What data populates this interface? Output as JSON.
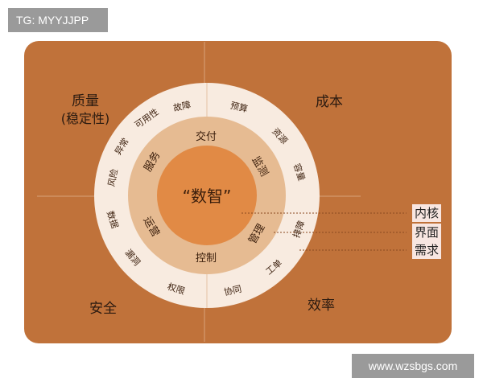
{
  "top_tag": "TG: MYYJJPP",
  "watermark": "www.wzsbgs.com",
  "colors": {
    "card": "#c0723a",
    "outer_ring": "#f8ebe0",
    "middle_ring": "#e6bb92",
    "inner_circle": "#e18a45",
    "legend_bg": "#f8e6e1",
    "cross_line": "#d9a27a"
  },
  "quadrants": {
    "top_left_line1": "质量",
    "top_left_line2": "(稳定性)",
    "top_right": "成本",
    "bottom_left": "安全",
    "bottom_right": "效率"
  },
  "center": {
    "label": "“数智”"
  },
  "middle_ring": {
    "top": "交付",
    "right_top": "监测",
    "right_bottom": "管理",
    "bottom": "控制",
    "left_bottom": "运营",
    "left_top": "服务"
  },
  "outer_ring": {
    "top_left_1": "故障",
    "top_left_2": "可用性",
    "top_left_3": "异常",
    "top_left_4": "风险",
    "top_right_1": "预算",
    "top_right_2": "资源",
    "top_right_3": "容量",
    "bottom_right_1": "排障",
    "bottom_right_2": "工单",
    "bottom_right_3": "协同",
    "bottom_left_1": "权限",
    "bottom_left_2": "漏洞",
    "bottom_left_3": "数据"
  },
  "legend": {
    "kernel": "内核",
    "interface": "界面",
    "demand": "需求"
  }
}
